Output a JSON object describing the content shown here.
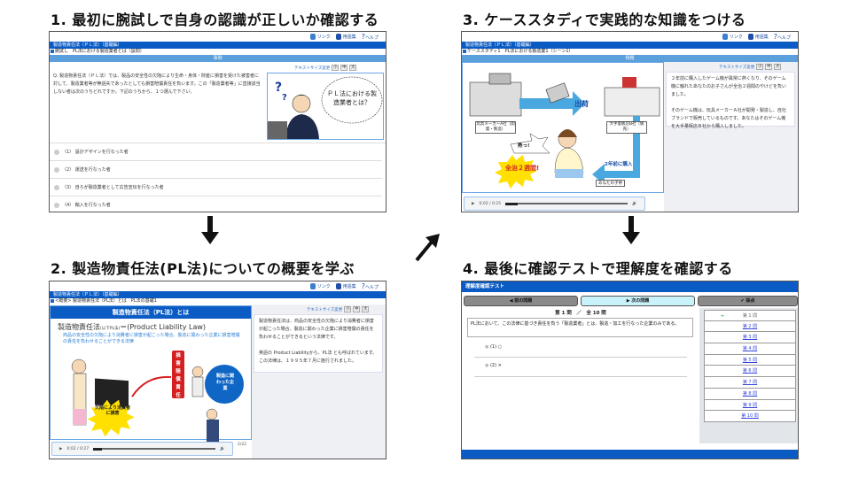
{
  "steps": [
    {
      "title": "1. 最初に腕試しで自身の認識が正しいか確認する"
    },
    {
      "title": "2. 製造物責任法(PL法)についての概要を学ぶ"
    },
    {
      "title": "3. ケーススタディで実践的な知識をつける"
    },
    {
      "title": "4. 最後に確認テストで理解度を確認する"
    }
  ],
  "toolbar": {
    "link": "リンク",
    "glossary": "用語集",
    "help": "ヘルプ"
  },
  "course_title": "製造物責任法（ＰＬ法）（基礎編）",
  "text_size": {
    "label": "テキストサイズ変更",
    "small": "小",
    "medium": "中",
    "large": "大"
  },
  "panel1": {
    "breadcrumb": "腕試し　PL法における製造業者とは（設問）",
    "section": "事例",
    "question": "Q. 製造物責任法（ＰＬ法）では、製品の安全性の欠陥により生命・身体・財産に損害を受けた被害者に対して、製造業者等が無過失であったとしても損害賠償責任を負います。この「製造業者等」に直接該当しない者は次のうちどれですか。下記のうちから、１つ選んで下さい。",
    "bubble": "ＰＬ法における製造業者とは？",
    "options": [
      "（1） 設計デザインを行なった者",
      "（2） 運送を行なった者",
      "（3） 自らが製造業者として広告宣伝を行なった者",
      "（4） 輸入を行なった者"
    ]
  },
  "panel2": {
    "breadcrumb": "<概要> 製造物責任法（PL法）とは　PL法の基礎1",
    "content_title": "製造物責任法（PL法）とは",
    "heading_jp": "製造物責任法",
    "heading_note": "(以下PL法)",
    "heading_en": "＝(Product Liability Law)",
    "subtitle": "商品の安全性の欠陥により消費者に損害が起こった場合、製造に関わった企業に損害賠償の責任を負わせることができる法律",
    "label_liability": "損害賠償責任",
    "label_defect": "欠陥により消費者に損害",
    "label_company": "製造に関わった企業",
    "body1": "製造物責任法は、商品の安全性の欠陥により消費者に損害が起こった場合、製造に関わった企業に損害賠償の責任を負わせることができるという法律です。",
    "body2": "英語の Product Liabilityから、PL法 とも呼ばれています。この法律は、１９９５年７月に施行されました。",
    "audio_time": "0:02 / 0:27",
    "audio_progress": 0.07,
    "page": "2/22"
  },
  "panel3": {
    "breadcrumb": "ケーススタディ1　PL法における製造業1（シーン1）",
    "section": "例題",
    "maker": "玩具メーカーA社（開発・製造）",
    "store": "大手量販店B社（販売）",
    "ship": "出荷",
    "bought": "2年前に購入",
    "hot": "熱っ!",
    "injury": "全治２週間!",
    "child": "あなたの子供",
    "body1": "２年前に購入したゲーム機が異常に熱くなり、そのゲーム機に触れたあなたのお子さんが全治２週間のやけどを負いました。",
    "body2": "そのゲーム機は、玩具メーカーＡ社が開発・製造し、自社ブランドで販売しているものです。あなたはそのゲーム機を大手量販店Ｂ社から購入しました。",
    "audio_time": "0:02 / 0:25",
    "audio_progress": 0.1
  },
  "panel4": {
    "title": "理解度確認テスト",
    "prev": "前の問題",
    "next": "次の問題",
    "score": "採点",
    "counter": "第 1 問　／　全 10 問",
    "question": "PL法において、この法律に基づき責任を負う「製造業者」とは、製造・加工を行なった企業のみである。",
    "options": [
      "(1) ○",
      "(2) ×"
    ],
    "questions": [
      "第 1 問",
      "第 2 問",
      "第 3 問",
      "第 4 問",
      "第 5 問",
      "第 6 問",
      "第 7 問",
      "第 8 問",
      "第 9 問",
      "第 10 問"
    ]
  },
  "colors": {
    "primary": "#0a5bc4",
    "section": "#5b9fdc",
    "next_button": "#c8f3fb",
    "accent_red": "#d42020"
  }
}
